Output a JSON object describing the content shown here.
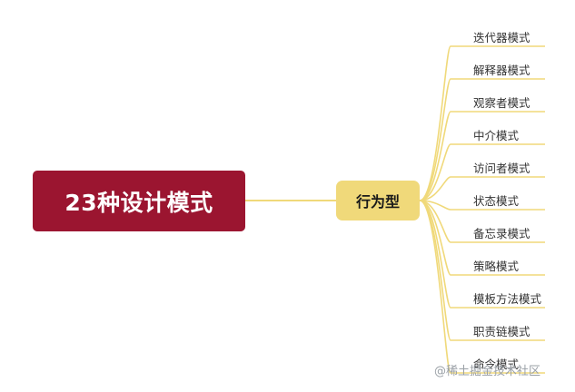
{
  "root": {
    "label": "23种设计模式"
  },
  "branch": {
    "label": "行为型"
  },
  "leaves": [
    "迭代器模式",
    "解释器模式",
    "观察者模式",
    "中介模式",
    "访问者模式",
    "状态模式",
    "备忘录模式",
    "策略模式",
    "模板方法模式",
    "职责链模式",
    "命令模式"
  ],
  "watermark": {
    "text": "@稀土掘金技术社区"
  },
  "colors": {
    "root_fill": "#9b1530",
    "branch_fill": "#f0d97a",
    "connector": "#f0d97a",
    "leaf_text": "#333333"
  }
}
